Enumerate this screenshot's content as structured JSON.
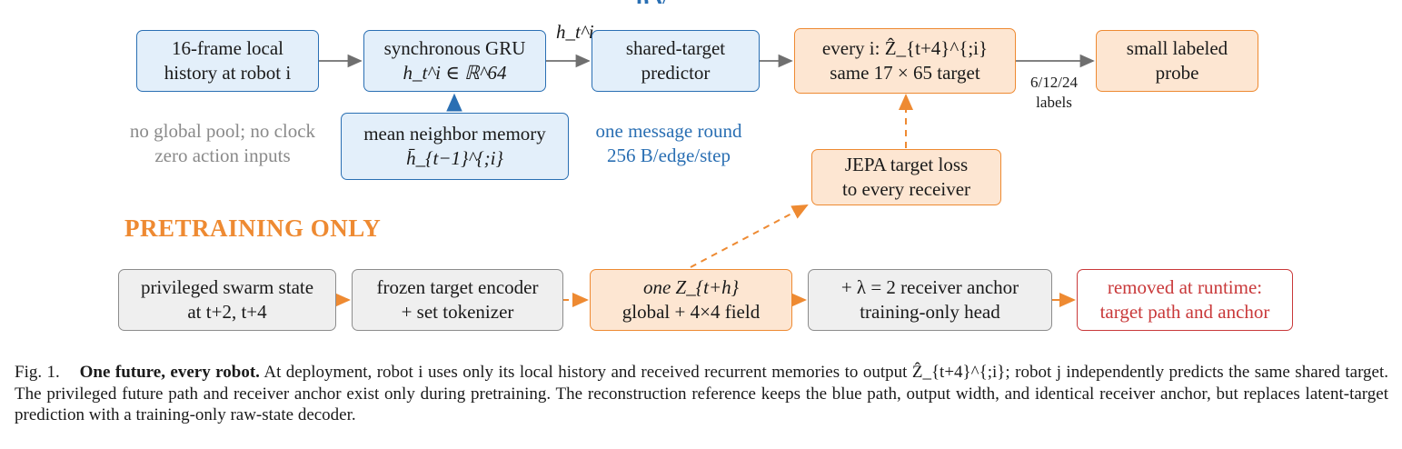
{
  "diagram": {
    "top_cut_text": "p        y",
    "boxes": {
      "local_history": [
        "16-frame local",
        "history at robot i"
      ],
      "gru": [
        "synchronous GRU",
        "h_t^i ∈ ℝ^64"
      ],
      "predictor": [
        "shared-target",
        "predictor"
      ],
      "every_i": [
        "every i: Ẑ_{t+4}^{;i}",
        "same 17 × 65 target"
      ],
      "probe": [
        "small labeled",
        "probe"
      ],
      "neighbor_memory": [
        "mean neighbor memory",
        "h̄_{t−1}^{;i}"
      ],
      "jepa_loss": [
        "JEPA target loss",
        "to every receiver"
      ],
      "privileged_state": [
        "privileged swarm state",
        "at t+2, t+4"
      ],
      "frozen_encoder": [
        "frozen target encoder",
        "+ set tokenizer"
      ],
      "one_z": [
        "one Z_{t+h}",
        "global + 4×4 field"
      ],
      "anchor": [
        "+ λ = 2 receiver anchor",
        "training-only head"
      ],
      "removed": [
        "removed at runtime:",
        "target path and anchor"
      ]
    },
    "notes": {
      "no_global_pool": [
        "no global pool; no clock",
        "zero action inputs"
      ],
      "message_round": [
        "one message round",
        "256 B/edge/step"
      ],
      "h_label": "h_t^i",
      "labels_count": [
        "6/12/24",
        "labels"
      ]
    },
    "section_title": "PRETRAINING ONLY",
    "colors": {
      "blue": "#2a6fb3",
      "orange": "#ee8a32",
      "gray": "#8c8c8c",
      "red": "#c9393a"
    }
  },
  "caption": {
    "prefix": "Fig. 1.",
    "title": "One future, every robot.",
    "body": "At deployment, robot i uses only its local history and received recurrent memories to output Ẑ_{t+4}^{;i}; robot j independently predicts the same shared target. The privileged future path and receiver anchor exist only during pretraining. The reconstruction reference keeps the blue path, output width, and identical receiver anchor, but replaces latent-target prediction with a training-only raw-state decoder."
  }
}
